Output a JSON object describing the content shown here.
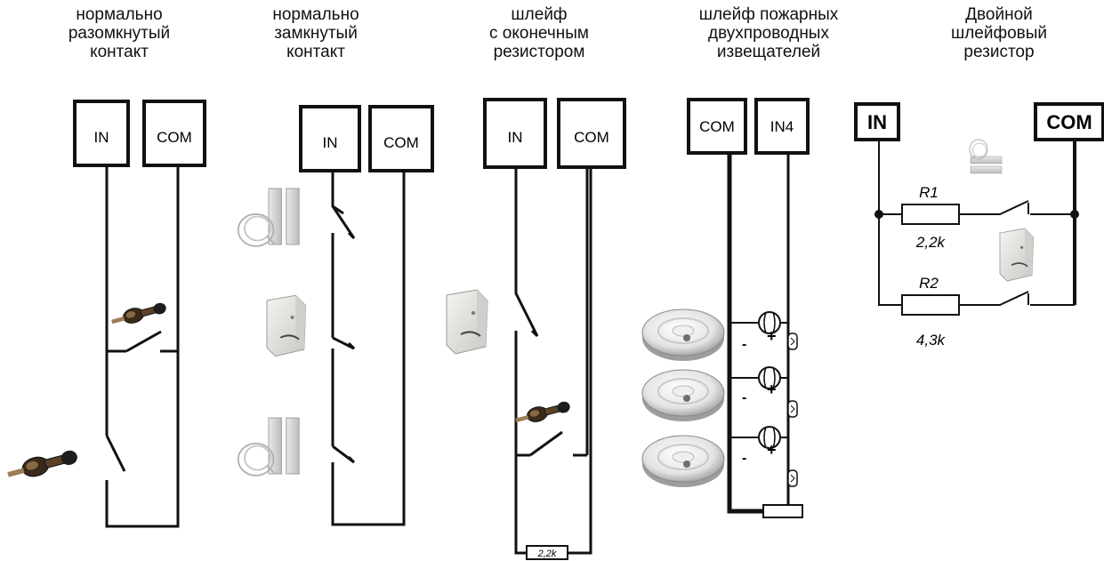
{
  "captions": [
    {
      "lines": [
        "нормально",
        "разомкнутый",
        "контакт"
      ]
    },
    {
      "lines": [
        "нормально",
        "замкнутый",
        "контакт"
      ]
    },
    {
      "lines": [
        "шлейф",
        "с оконечным",
        "резистором"
      ]
    },
    {
      "lines": [
        "шлейф пожарных",
        "двухпроводных",
        "извещателей"
      ]
    },
    {
      "lines": [
        "Двойной",
        "шлейфовый",
        "резистор"
      ]
    }
  ],
  "terminals": {
    "no": {
      "in": "IN",
      "com": "COM"
    },
    "nc": {
      "in": "IN",
      "com": "COM"
    },
    "eol": {
      "in": "IN",
      "com": "COM"
    },
    "fire": {
      "com": "COM",
      "in4": "IN4"
    },
    "dual": {
      "in": "IN",
      "com": "COM"
    }
  },
  "eol_resistor_label": "2,2k",
  "fire_detector_polarity": {
    "minus": "-",
    "plus": "+"
  },
  "dual_resistors": [
    {
      "name": "R1",
      "value": "2,2k"
    },
    {
      "name": "R2",
      "value": "4,3k"
    }
  ]
}
